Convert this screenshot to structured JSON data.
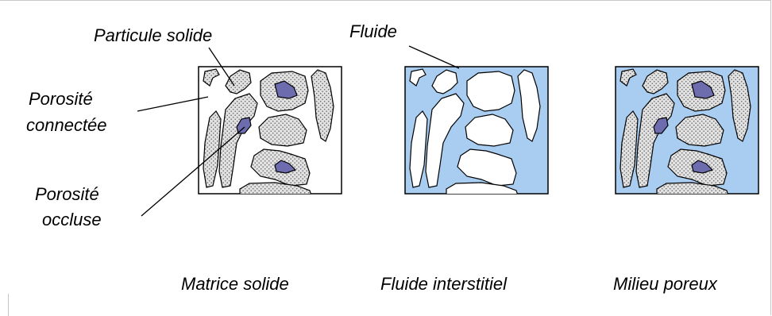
{
  "annotations": {
    "particule": "Particule solide",
    "porosite_connectee_1": "Porosité",
    "porosite_connectee_2": "connectée",
    "porosite_occluse_1": "Porosité",
    "porosite_occluse_2": "occluse",
    "fluide": "Fluide"
  },
  "captions": {
    "matrice": "Matrice solide",
    "fluide": "Fluide interstitiel",
    "milieu": "Milieu poreux"
  },
  "colors": {
    "fluid": "#a9cdf1",
    "solid_fill": "#d6d6d6",
    "occluded_pore": "#6c6cae",
    "outline": "#000000"
  }
}
